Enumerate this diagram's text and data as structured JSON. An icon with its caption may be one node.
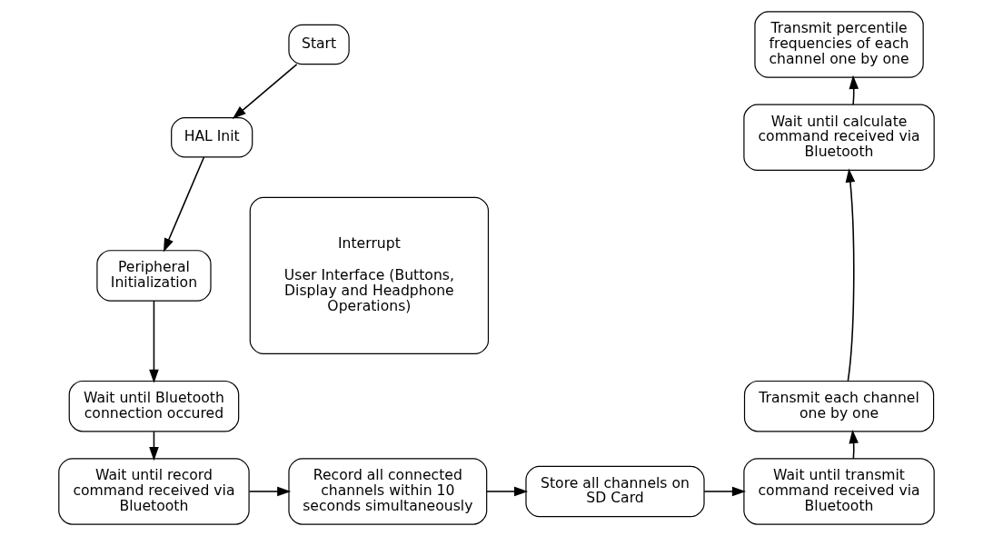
{
  "diagram": {
    "nodes": [
      {
        "text": [
          "Start"
        ]
      },
      {
        "text": [
          "HAL Init"
        ]
      },
      {
        "text": [
          "Peripheral Initialization"
        ]
      },
      {
        "text": [
          "Wait until Bluetooth connection occured"
        ]
      },
      {
        "text": [
          "Interrupt",
          "User Interface (Buttons, Display and Headphone Operations)"
        ]
      },
      {
        "text": [
          "Transmit percentile frequencies of each channel one by one"
        ]
      },
      {
        "text": [
          "Wait until calculate command received via Bluetooth"
        ]
      },
      {
        "text": [
          "Transmit each channel one by one"
        ]
      },
      {
        "text": [
          "Wait until record command received via Bluetooth"
        ]
      },
      {
        "text": [
          "Record all connected channels within 10 seconds simultaneously"
        ]
      },
      {
        "text": [
          "Store all channels on SD Card"
        ]
      },
      {
        "text": [
          "Wait until transmit command received via Bluetooth"
        ]
      }
    ],
    "edges": [
      {
        "from": 0,
        "to": 1,
        "arrow": "to"
      },
      {
        "from": 1,
        "to": 2,
        "arrow": "to"
      },
      {
        "from": 2,
        "to": 3,
        "arrow": "to"
      },
      {
        "from": 3,
        "to": 8,
        "arrow": "to"
      },
      {
        "from": 8,
        "to": 9,
        "arrow": "to"
      },
      {
        "from": 9,
        "to": 10,
        "arrow": "to"
      },
      {
        "from": 10,
        "to": 11,
        "arrow": "to"
      },
      {
        "from": 11,
        "to": 7,
        "arrow": "to"
      },
      {
        "from": 7,
        "to": 6,
        "arrow": "to"
      },
      {
        "from": 6,
        "to": 5,
        "arrow": "to"
      }
    ]
  }
}
